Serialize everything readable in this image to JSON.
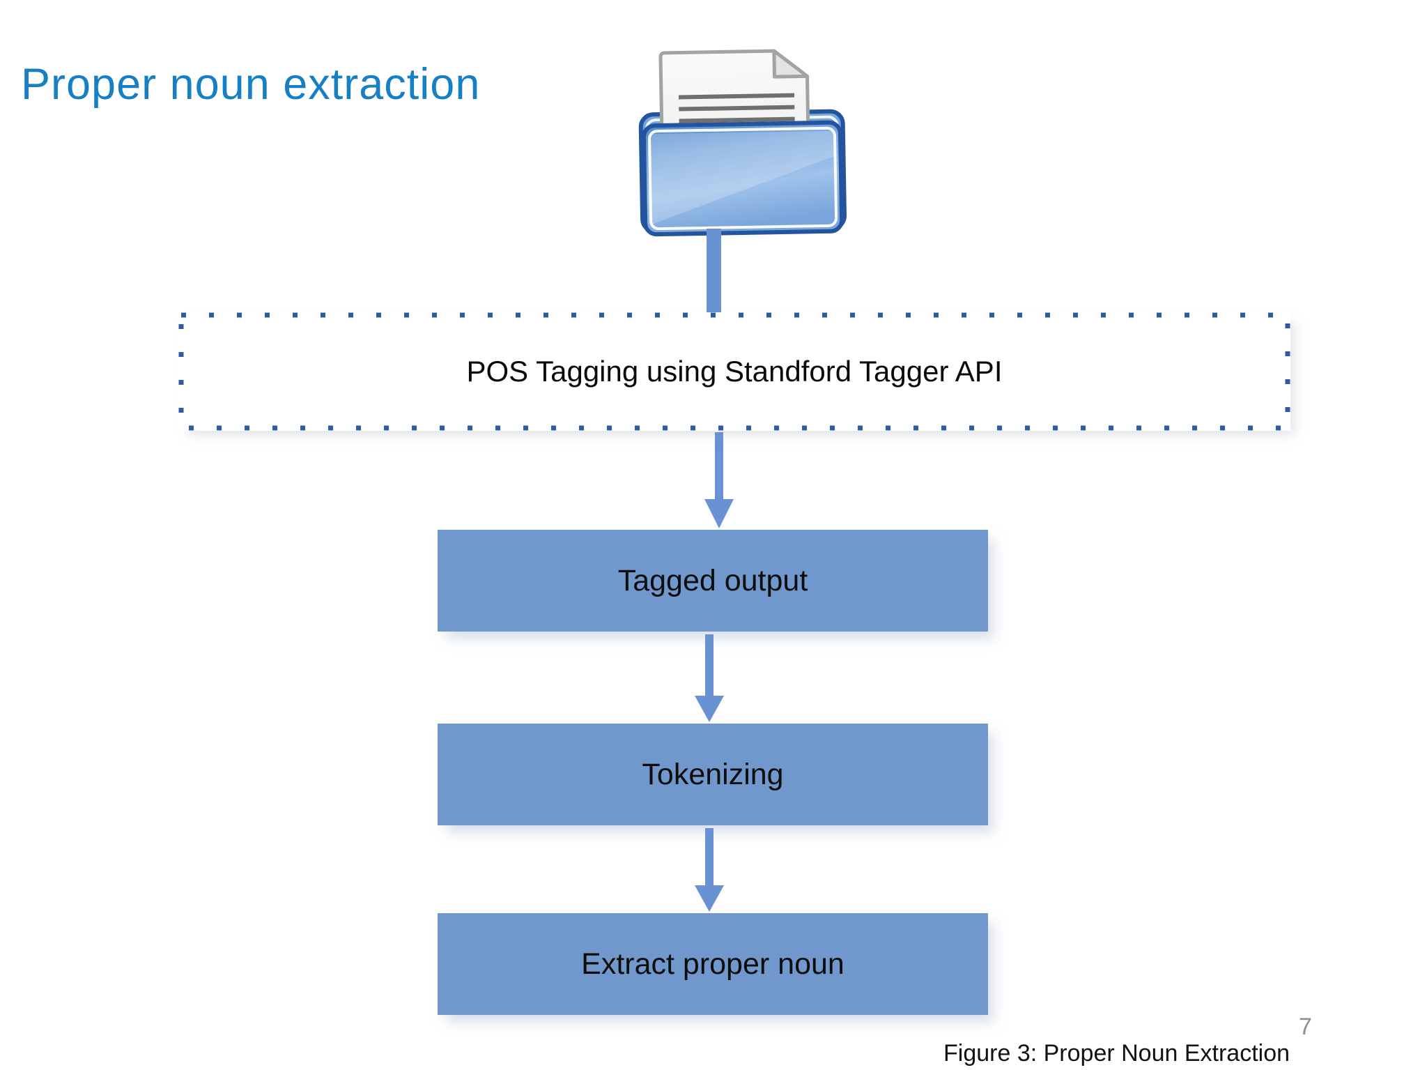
{
  "slide": {
    "title": "Proper noun extraction",
    "caption": "Figure 3: Proper Noun Extraction",
    "page_number": "7"
  },
  "flowchart": {
    "source_icon": "folder-with-document-icon",
    "steps": [
      {
        "label": "POS Tagging using Standford Tagger API",
        "style": "dotted-outline-box"
      },
      {
        "label": "Tagged output",
        "style": "filled-box"
      },
      {
        "label": "Tokenizing",
        "style": "filled-box"
      },
      {
        "label": "Extract proper noun",
        "style": "filled-box"
      }
    ],
    "connectors": [
      "folder-to-pos-tagging",
      "pos-tagging-to-tagged-output",
      "tagged-output-to-tokenizing",
      "tokenizing-to-extract-proper-noun"
    ]
  },
  "colors": {
    "title_text": "#177fc4",
    "box_fill": "#7098cc",
    "arrow": "#6992d2",
    "dashed_border": "#2c5ca6",
    "box_text": "#0d0d0d",
    "caption_text": "#121212",
    "page_number": "#8f8f8f",
    "folder_border": "#24549e",
    "document_line": "#6f6f6f"
  }
}
